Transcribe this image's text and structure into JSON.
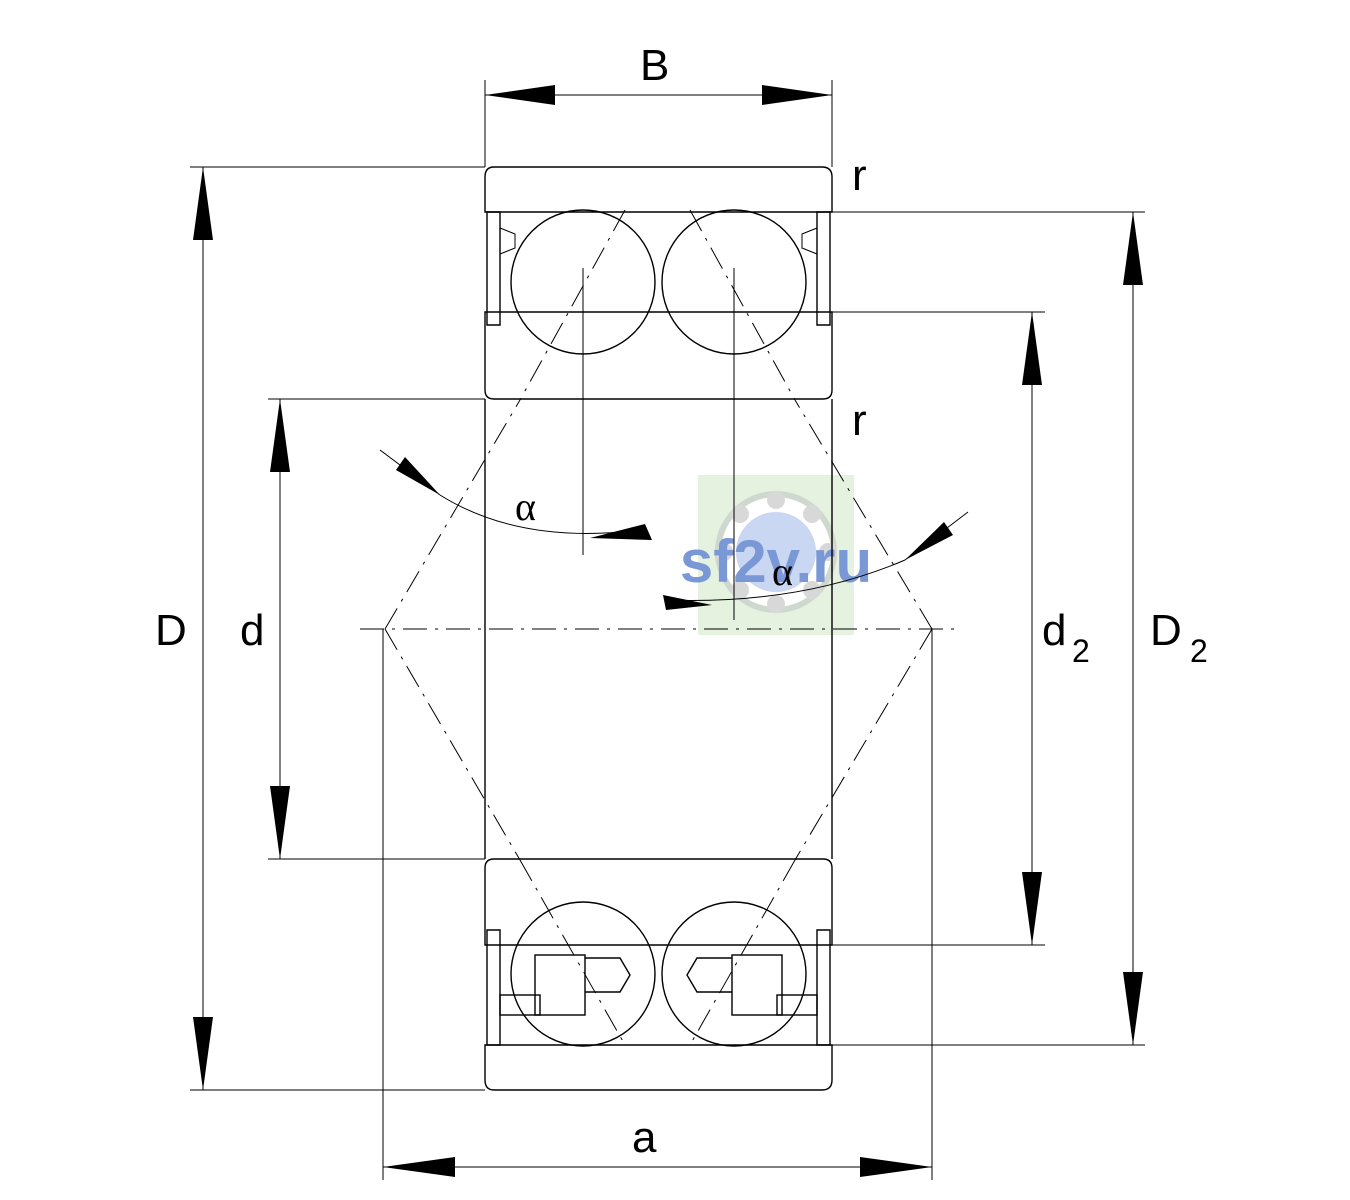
{
  "labels": {
    "B": "B",
    "r_top": "r",
    "r_mid": "r",
    "D": "D",
    "d": "d",
    "d2_main": "d",
    "d2_sub": "2",
    "D2_main": "D",
    "D2_sub": "2",
    "a": "a",
    "alpha_left": "α",
    "alpha_right": "α"
  },
  "watermark": {
    "text": "sf2v.ru",
    "color": "#7b98d6",
    "bg_color": "#e4f2df"
  },
  "colors": {
    "line": "#000000",
    "background": "#ffffff"
  }
}
